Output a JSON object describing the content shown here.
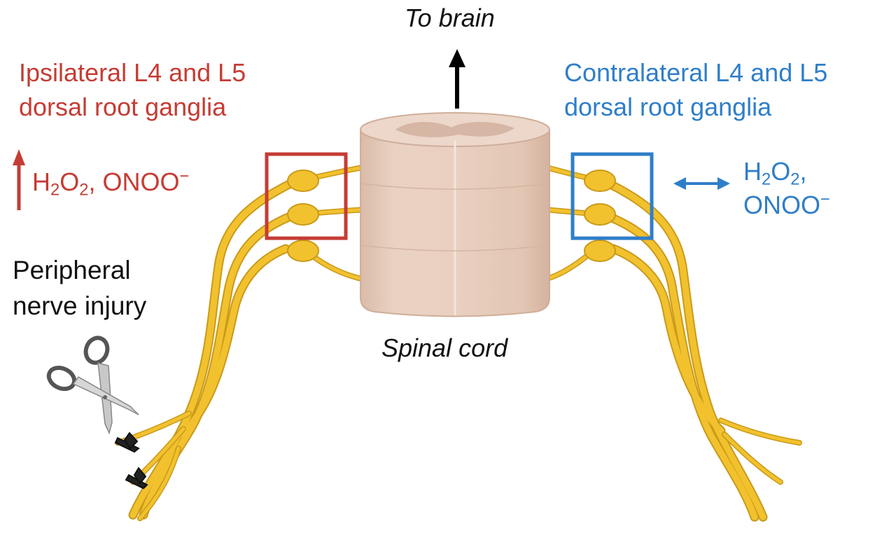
{
  "labels": {
    "to_brain": "To brain",
    "spinal_cord": "Spinal cord",
    "peripheral_injury_line1": "Peripheral",
    "peripheral_injury_line2": "nerve injury",
    "ipsilateral_line1": "Ipsilateral L4 and L5",
    "ipsilateral_line2": "dorsal root ganglia",
    "contralateral_line1": "Contralateral L4 and L5",
    "contralateral_line2": "dorsal root ganglia"
  },
  "ipsi_species": {
    "h_text": "H",
    "h_sub": "2",
    "o_text": "O",
    "o_sub": "2",
    "separator": ", ",
    "onoo_text": "ONOO",
    "onoo_sup": "−"
  },
  "contra_species": {
    "h_text": "H",
    "h_sub": "2",
    "o_text": "O",
    "o_sub": "2",
    "comma": ",",
    "onoo_text": "ONOO",
    "onoo_sup": "−"
  },
  "colors": {
    "ipsilateral": "#c53c34",
    "contralateral": "#2f7ec9",
    "nerve": "#f2c12e",
    "spinal_cord": "#e7cdbd",
    "text": "#111111"
  },
  "icons": {
    "ipsi_change": "up-arrow-icon",
    "contra_change": "double-headed-arrow-icon",
    "injury": "scissors-icon",
    "ligature": "ligature-icon"
  }
}
